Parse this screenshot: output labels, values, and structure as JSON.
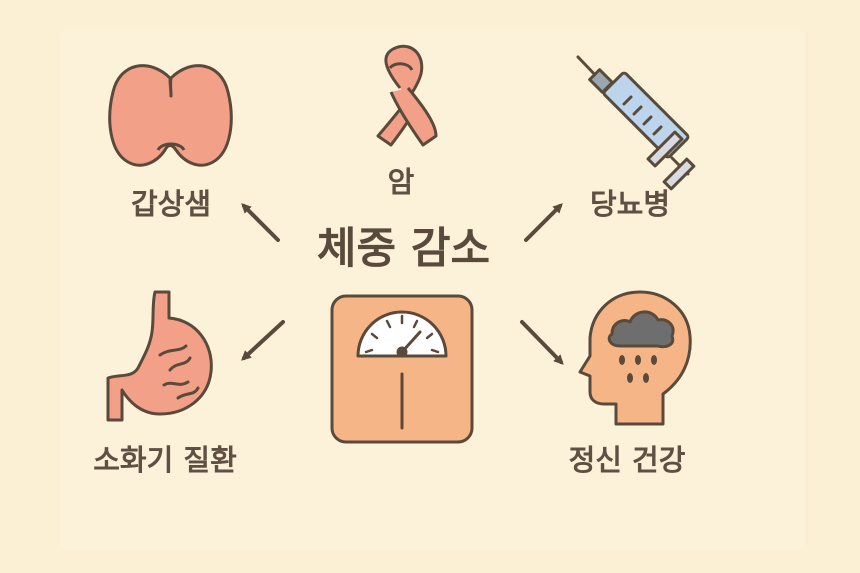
{
  "title": "체중 감소",
  "labels": {
    "thyroid": "갑상샘",
    "cancer": "암",
    "diabetes": "당뇨병",
    "digestive": "소화기 질환",
    "mental": "정신 건강"
  },
  "icons": {
    "center": "scale-icon",
    "thyroid": "thyroid-icon",
    "cancer": "ribbon-icon",
    "diabetes": "syringe-icon",
    "digestive": "stomach-icon",
    "mental": "head-raincloud-icon"
  },
  "colors": {
    "background": "#fbf0d4",
    "outline": "#5a4a3b",
    "salmon": "#f2a088",
    "scale": "#f6b587",
    "syringe_blue": "#bcd4ec"
  }
}
